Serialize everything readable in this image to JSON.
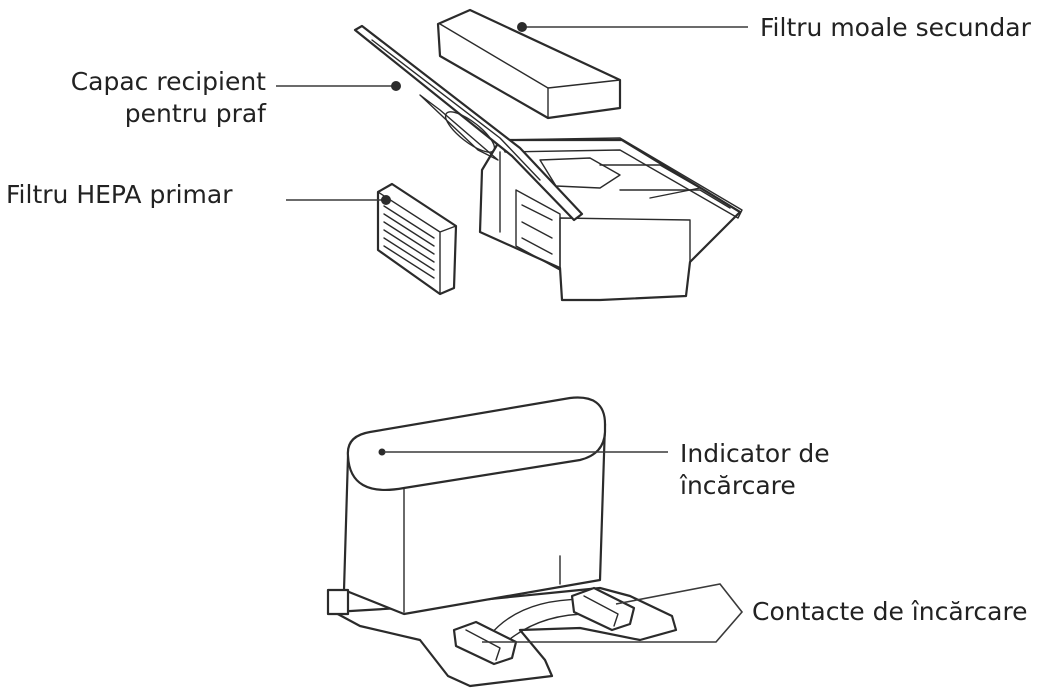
{
  "labels": {
    "secondary_filter": "Filtru moale secundar",
    "bin_cover_line1": "Capac recipient",
    "bin_cover_line2": "pentru praf",
    "hepa_filter": "Filtru HEPA primar",
    "indicator_line1": "Indicator de",
    "indicator_line2": "încărcare",
    "contacts": "Contacte de încărcare"
  },
  "colors": {
    "line": "#2b2b2b",
    "text": "#222222",
    "background": "#ffffff"
  }
}
